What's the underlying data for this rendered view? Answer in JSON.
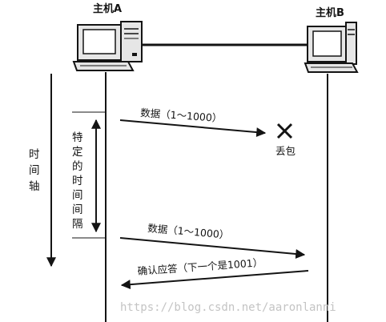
{
  "hosts": {
    "a_label": "主机A",
    "b_label": "主机B"
  },
  "messages": {
    "first_data": "数据（1～1000）",
    "lost_mark": "丢包",
    "second_data": "数据（1～1000）",
    "ack": "确认应答（下一个是1001）"
  },
  "timeline": {
    "axis_label": [
      "时",
      "间",
      "轴"
    ],
    "interval_label": [
      "特",
      "定",
      "的",
      "时",
      "间",
      "间",
      "隔"
    ]
  },
  "watermark": "https://blog.csdn.net/aaronlanni",
  "colors": {
    "ink": "#141414",
    "watermark": "#c4c4c4",
    "screen": "#ffffff",
    "case": "#e6e6e6"
  }
}
